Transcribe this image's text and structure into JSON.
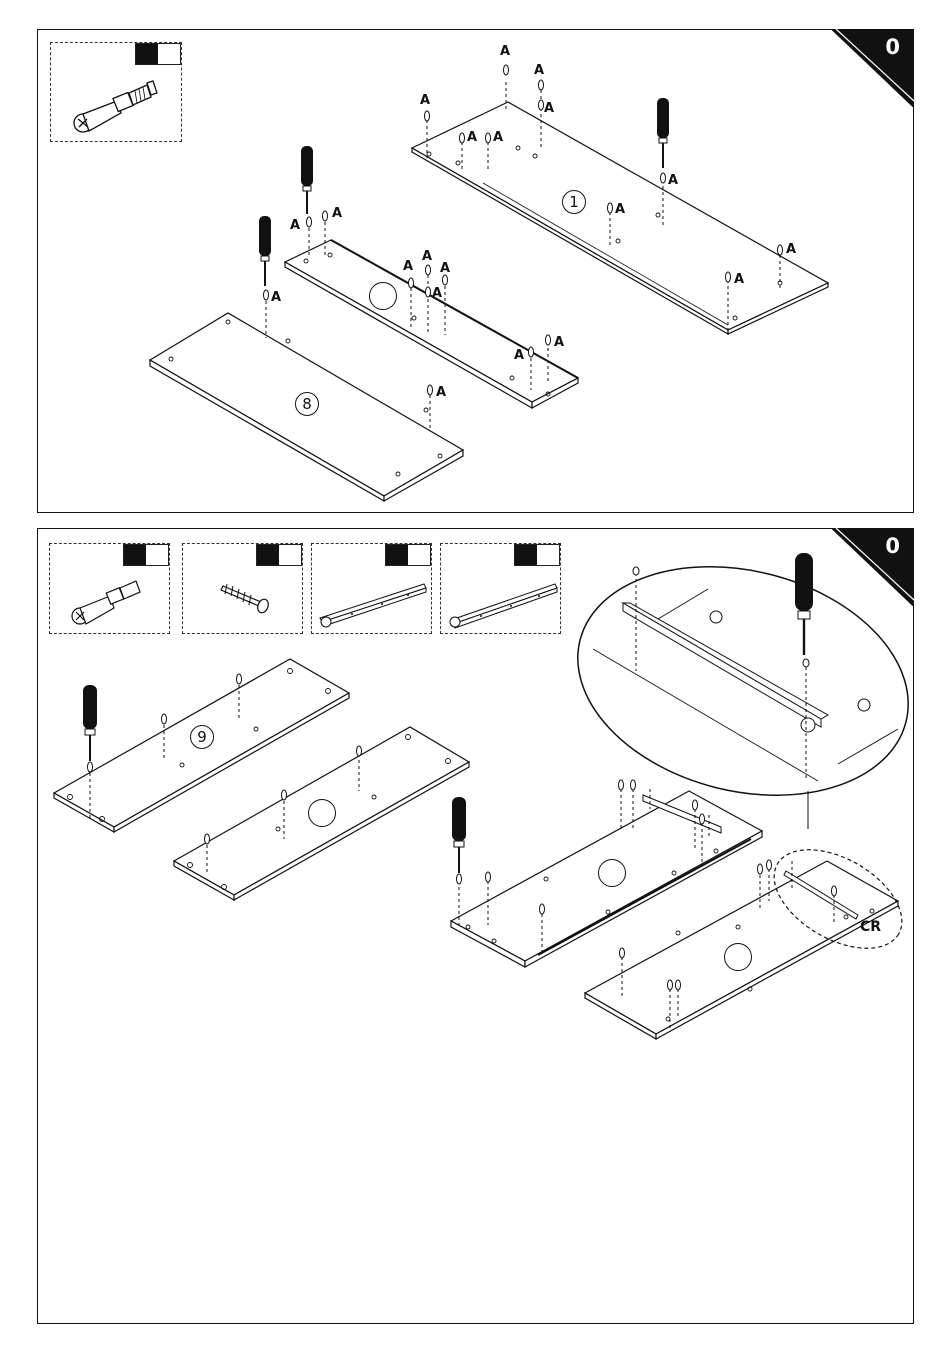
{
  "steps": [
    {
      "badge": "0",
      "hardware": [
        {
          "icon": "cam-dowel-icon",
          "qty": ""
        }
      ],
      "parts": [
        "1",
        "",
        "8"
      ],
      "fastener_label": "A"
    },
    {
      "badge": "0",
      "hardware": [
        {
          "icon": "cam-dowel-icon",
          "qty": ""
        },
        {
          "icon": "wood-screw-icon",
          "qty": ""
        },
        {
          "icon": "drawer-runner-left-icon",
          "qty": ""
        },
        {
          "icon": "drawer-runner-right-icon",
          "qty": ""
        }
      ],
      "parts": [
        "9",
        "",
        "",
        ""
      ],
      "detail_label": "CR"
    }
  ],
  "colors": {
    "line": "#111111",
    "badge": "#111111",
    "paper": "#ffffff"
  }
}
